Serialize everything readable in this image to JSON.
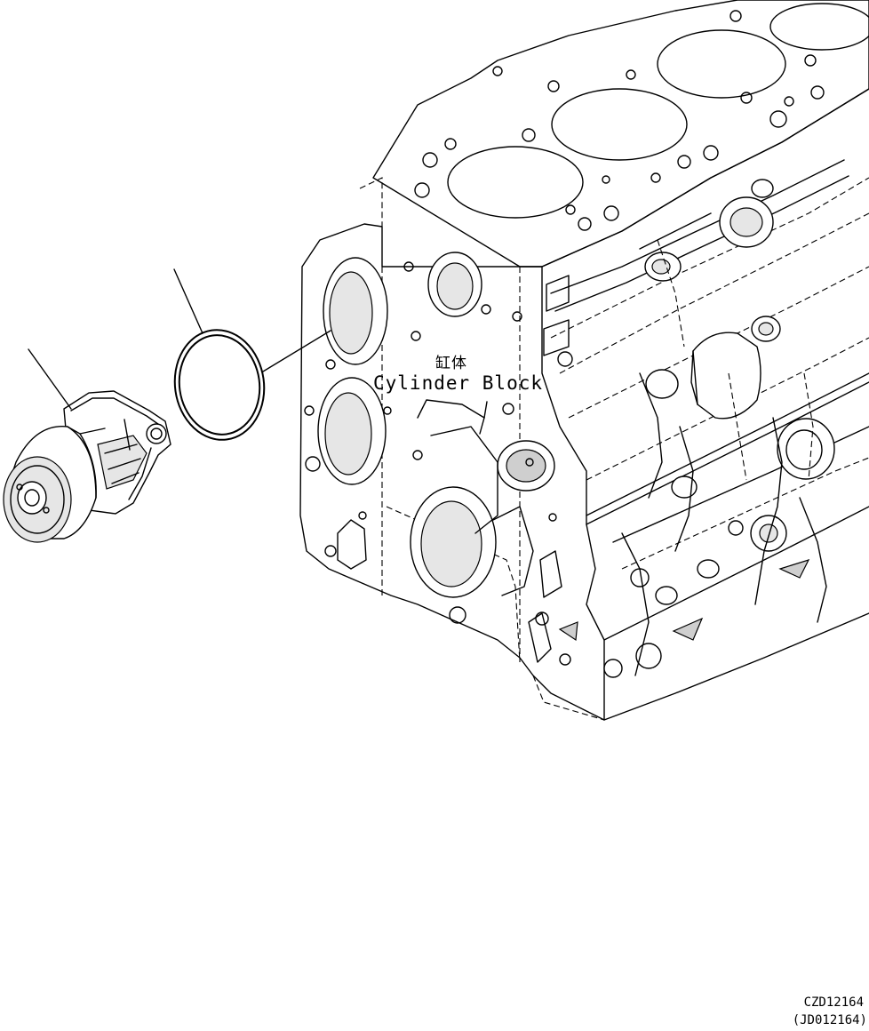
{
  "labels": {
    "part_name_cn": "缸体",
    "part_name_en": "Cylinder Block"
  },
  "codes": {
    "primary": "CZD12164",
    "secondary": "(JD012164)"
  },
  "colors": {
    "line": "#000000",
    "background": "#ffffff",
    "shade": "#e6e6e6"
  }
}
